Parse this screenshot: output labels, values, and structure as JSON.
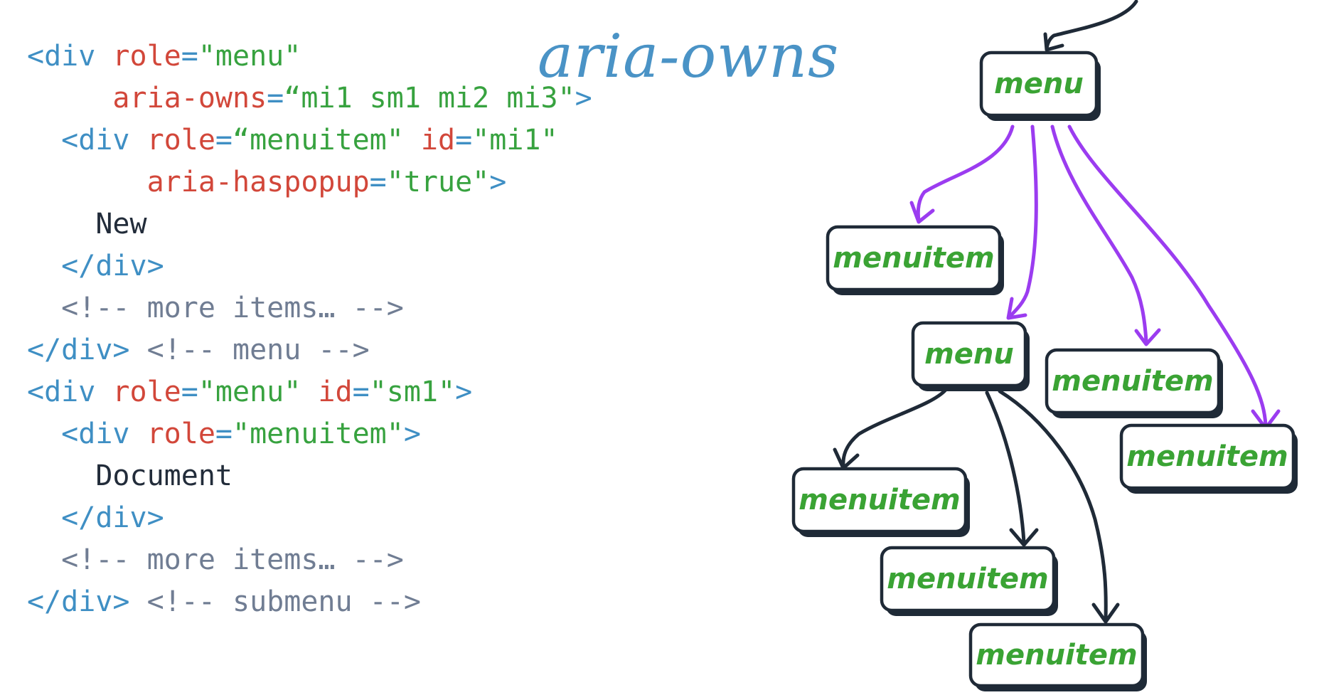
{
  "title": "aria-owns",
  "code": {
    "l1": {
      "tag": "<div ",
      "attr": "role",
      "eq": "=",
      "val": "\"menu\""
    },
    "l2": {
      "attr": "aria-owns",
      "eq": "=",
      "val": "“mi1 sm1 mi2 mi3\"",
      "tag": ">"
    },
    "l3": {
      "tag": "<div ",
      "attr1": "role",
      "eq1": "=",
      "val1": "“menuitem\" ",
      "attr2": "id",
      "eq2": "=",
      "val2": "\"mi1\""
    },
    "l4": {
      "attr": "aria-haspopup",
      "eq": "=",
      "val": "\"true\"",
      "tag": ">"
    },
    "l5": {
      "text": "New"
    },
    "l6": {
      "tag": "</div>"
    },
    "l7": {
      "comment": "<!-- more items… -->"
    },
    "l8": {
      "tag": "</div>",
      "comment": " <!-- menu -->"
    },
    "l9": {
      "tag": "<div ",
      "attr1": "role",
      "eq1": "=",
      "val1": "\"menu\" ",
      "attr2": "id",
      "eq2": "=",
      "val2": "\"sm1\"",
      "tag2": ">"
    },
    "l10": {
      "tag": "<div ",
      "attr": "role",
      "eq": "=",
      "val": "\"menuitem\"",
      "tag2": ">"
    },
    "l11": {
      "text": "Document"
    },
    "l12": {
      "tag": "</div>"
    },
    "l13": {
      "comment": "<!-- more items… -->"
    },
    "l14": {
      "tag": "</div>",
      "comment": " <!-- submenu -->"
    }
  },
  "tree": {
    "root": "menu",
    "child_menuitem_1": "menuitem",
    "submenu": "menu",
    "child_menuitem_2": "menuitem",
    "child_menuitem_3": "menuitem",
    "sub_menuitem_1": "menuitem",
    "sub_menuitem_2": "menuitem",
    "sub_menuitem_3": "menuitem"
  },
  "colors": {
    "tag": "#3f8fc4",
    "attribute": "#d2473a",
    "value": "#37a23f",
    "text": "#222c3a",
    "comment": "#707d93",
    "title": "#4a93c6",
    "node_label": "#3aa334",
    "owns_edge": "#9b3cf0",
    "dom_edge": "#1f2a37"
  }
}
